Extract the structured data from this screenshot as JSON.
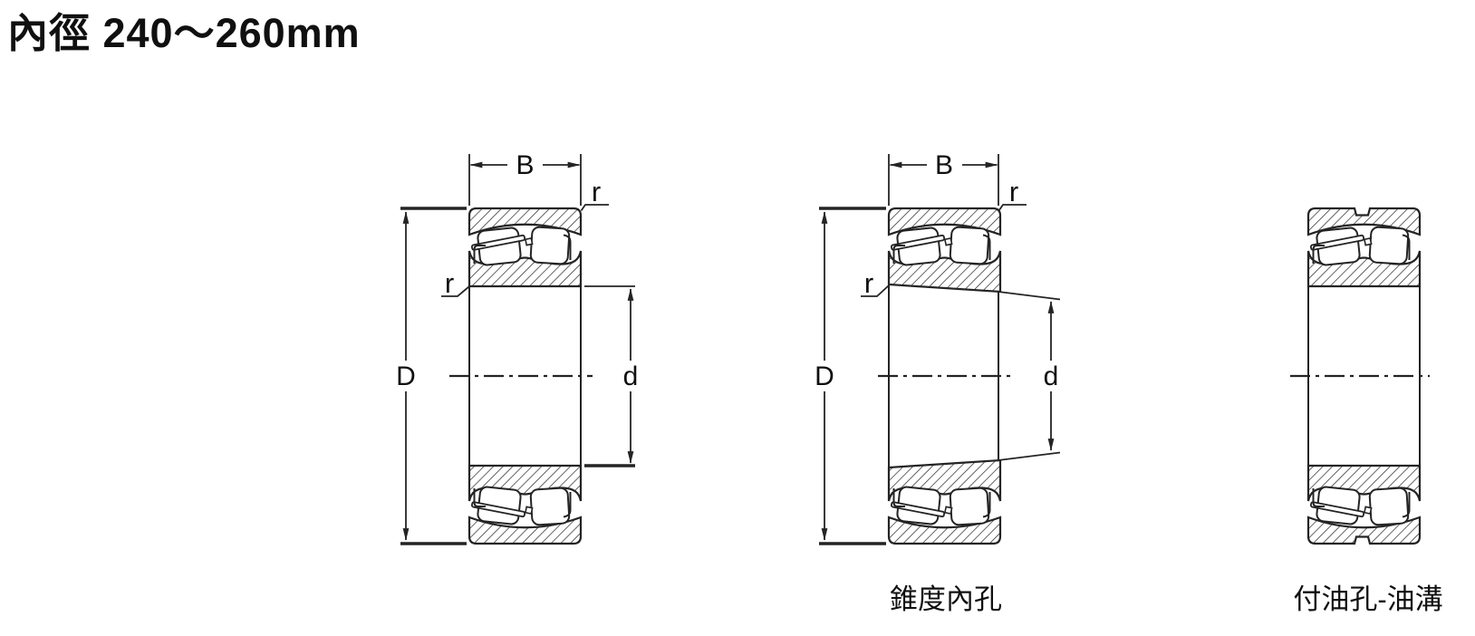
{
  "title": "內徑 240～260mm",
  "dim_labels": {
    "width": "B",
    "outer_diameter": "D",
    "bore_diameter": "d",
    "chamfer_radius": "r"
  },
  "captions": {
    "tapered_bore": "錐度內孔",
    "oil_hole_groove": "付油孔-油溝"
  },
  "colors": {
    "line": "#242424",
    "text": "#101010",
    "background": "#ffffff"
  }
}
